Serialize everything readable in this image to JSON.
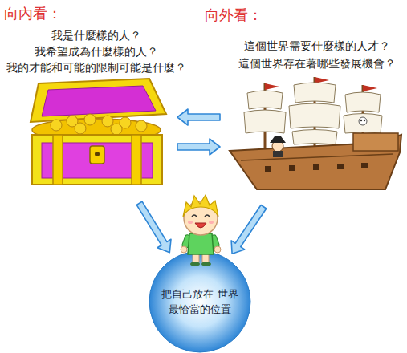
{
  "diagram": {
    "nodes": [
      {
        "text": [
          "向內看：",
          "我是什麼樣的人？",
          "我希望成為什麼樣的人？",
          "我的才能和可能的限制可能是什麼？"
        ]
      },
      {
        "text": [
          "向外看：",
          "這個世界需要什麼樣的人才？",
          "這個世界存在著哪些發展機會？"
        ]
      },
      {
        "text": [
          "把自己放在 世界 最恰當的位置"
        ]
      }
    ],
    "edges": [
      {
        "from": 1,
        "to": 0,
        "arrow": "to"
      },
      {
        "from": 0,
        "to": 1,
        "arrow": "to"
      },
      {
        "from": 0,
        "to": 2,
        "arrow": "to"
      },
      {
        "from": 1,
        "to": 2,
        "arrow": "to"
      }
    ]
  }
}
